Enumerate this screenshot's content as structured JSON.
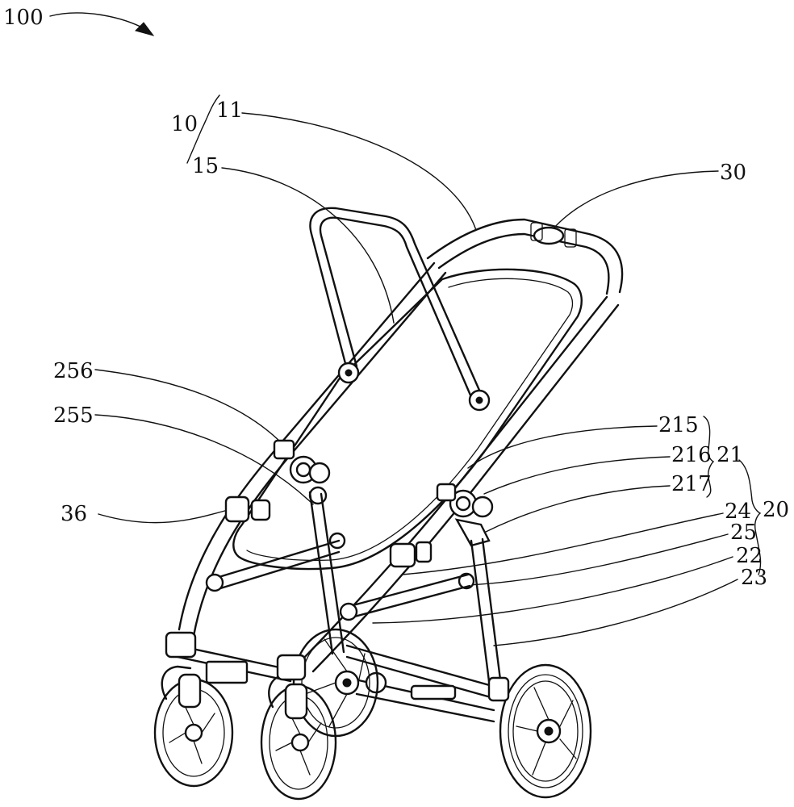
{
  "figure": {
    "reference_labels": {
      "assembly": "100",
      "frame_group": "10",
      "handle": "11",
      "canopy_bow": "15",
      "control": "30",
      "sub_group": "21",
      "group": "20",
      "part_215": "215",
      "part_216": "216",
      "part_217": "217",
      "part_24": "24",
      "part_25": "25",
      "part_22": "22",
      "part_23": "23",
      "part_256": "256",
      "part_255": "255",
      "part_36": "36"
    },
    "ink_color": "#111111",
    "background_color": "#ffffff"
  }
}
